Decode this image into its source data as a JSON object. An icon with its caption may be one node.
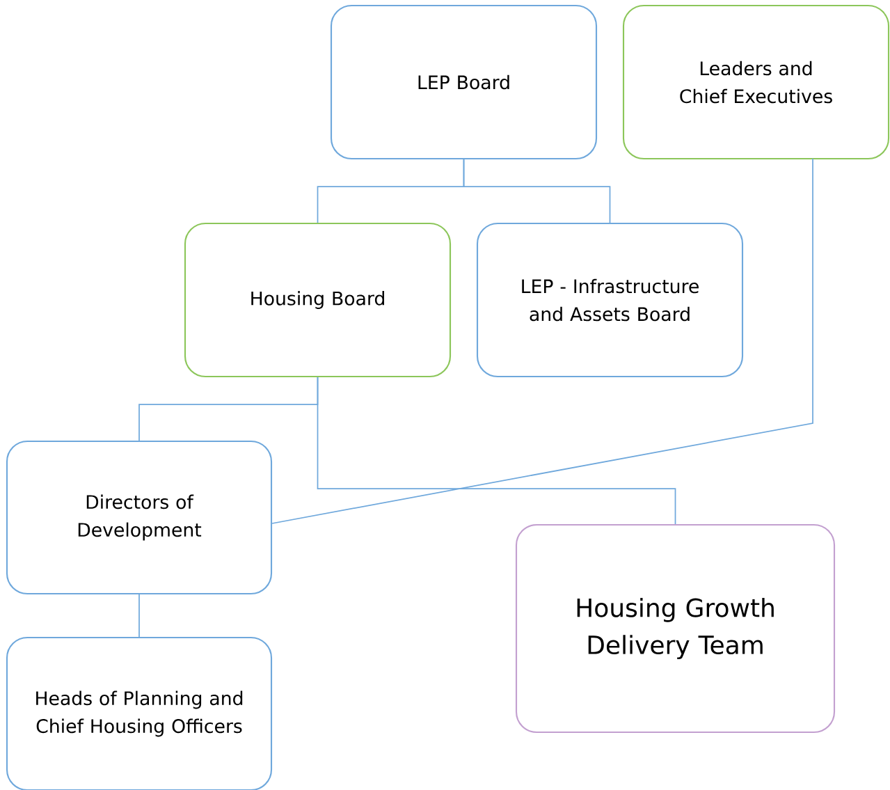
{
  "diagram": {
    "nodes": [
      {
        "text": [
          "LEP Board"
        ]
      },
      {
        "text": [
          "Leaders and Chief Executives"
        ]
      },
      {
        "text": [
          "Housing Board"
        ]
      },
      {
        "text": [
          "LEP - Infrastructure and Assets Board"
        ]
      },
      {
        "text": [
          "Directors of Development"
        ]
      },
      {
        "text": [
          "Housing Growth Delivery Team"
        ]
      },
      {
        "text": [
          "Heads of Planning and Chief Housing Officers"
        ]
      }
    ],
    "edges": [
      {
        "from": 0,
        "to": 2,
        "arrow": "none"
      },
      {
        "from": 0,
        "to": 3,
        "arrow": "none"
      },
      {
        "from": 2,
        "to": 4,
        "arrow": "none"
      },
      {
        "from": 2,
        "to": 5,
        "arrow": "none"
      },
      {
        "from": 1,
        "to": 4,
        "arrow": "none"
      },
      {
        "from": 4,
        "to": 6,
        "arrow": "none"
      }
    ]
  }
}
